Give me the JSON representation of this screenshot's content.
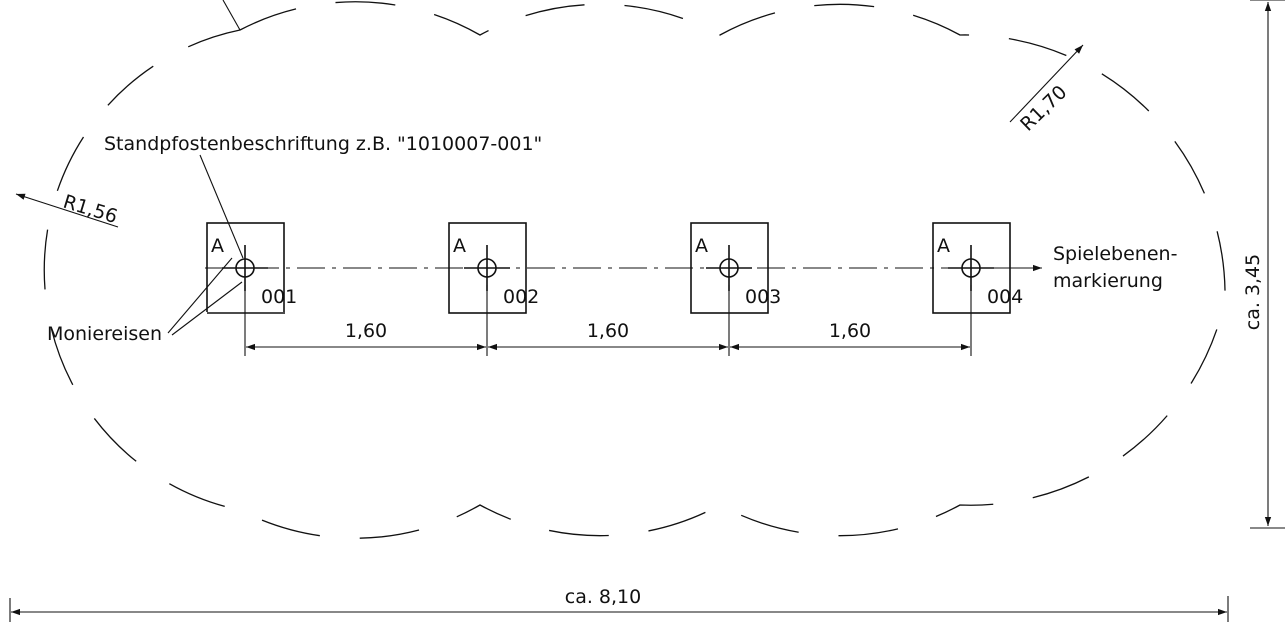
{
  "annotations": {
    "post_label_note": "Standpfostenbeschriftung z.B. \"1010007-001\"",
    "rebar_label": "Moniereisen",
    "level_marker_label_line1": "Spielebenen-",
    "level_marker_label_line2": "markierung",
    "radius_left": "R1,56",
    "radius_right": "R1,70"
  },
  "posts": [
    {
      "id": "001",
      "mark": "A"
    },
    {
      "id": "002",
      "mark": "A"
    },
    {
      "id": "003",
      "mark": "A"
    },
    {
      "id": "004",
      "mark": "A"
    }
  ],
  "dimensions": {
    "spacings": [
      "1,60",
      "1,60",
      "1,60"
    ],
    "overall_length": "ca. 8,10",
    "overall_width": "ca. 3,45"
  },
  "colors": {
    "line": "#111111",
    "background": "#ffffff"
  }
}
